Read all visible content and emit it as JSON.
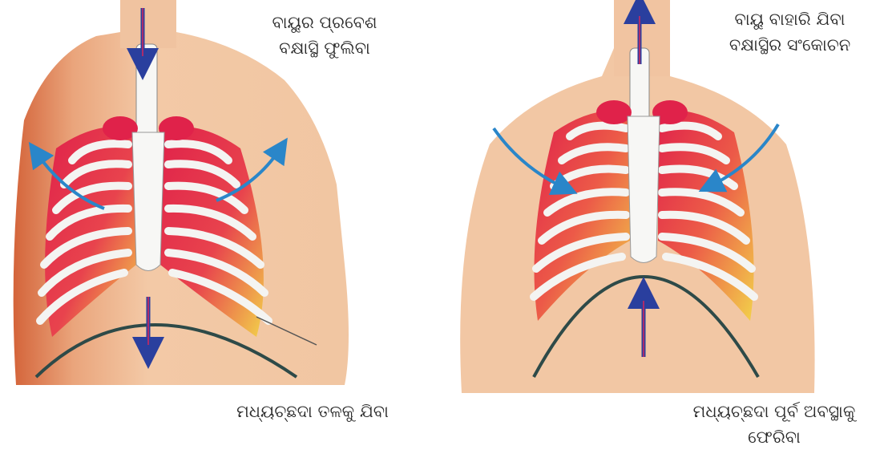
{
  "inhalation": {
    "caption_top_line1": "ବାୟୁର ପ୍ରବେଶ",
    "caption_top_line2": "ବକ୍ଷାସ୍ଥି ଫୁଲିବା",
    "caption_bottom": "ମଧ୍ୟଚ୍ଛଦା ତଳକୁ ଯିବା"
  },
  "exhalation": {
    "caption_top_line1": "ବାୟୁ ବାହାରି ଯିବା",
    "caption_top_line2": "ବକ୍ଷାସ୍ଥିର ସଂକୋଚନ",
    "caption_bottom_line1": "ମଧ୍ୟଚ୍ଛଦା ପୂର୍ବ ଅବସ୍ଥାକୁ",
    "caption_bottom_line2": "ଫେରିବା"
  },
  "colors": {
    "skin": "#f3c9a6",
    "skin_shadow": "#d4643a",
    "rib_white": "#f4f4f2",
    "rib_outline": "#555555",
    "lung_red": "#e0224a",
    "lung_yellow": "#f2d14a",
    "arrow_blue": "#2a3f9e",
    "arrow_red": "#d6275a",
    "arrow_cyan": "#2a86c9",
    "diaphragm": "#2e4a48"
  }
}
